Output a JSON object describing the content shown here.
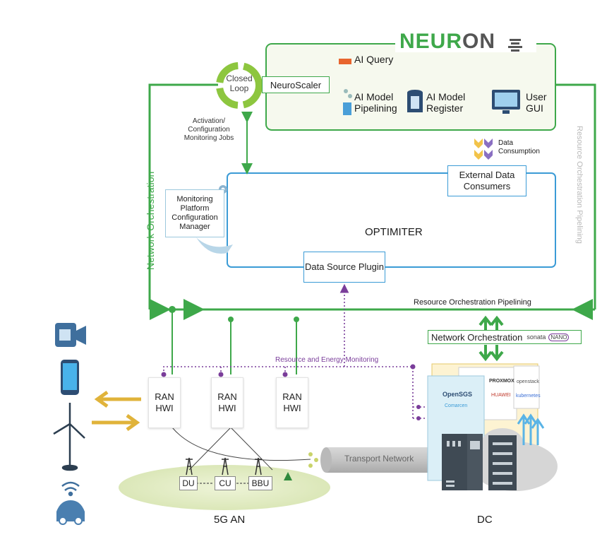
{
  "neuron": {
    "title": "NEURON",
    "title_letters": [
      "NEUR",
      "ON"
    ],
    "closed_loop": "Closed Loop",
    "neuroscaler": "NeuroScaler",
    "ai_query": "AI Query",
    "ai_model_pipelining": "AI Model Pipelining",
    "ai_model_register": "AI Model Register",
    "user_gui": "User GUI"
  },
  "links": {
    "activation": "Activation/ Configuration Monitoring Jobs",
    "data_consumption": "Data Consumption",
    "network_orchestration_side": "Network Orchestration",
    "resource_orchestration_side": "Resource Orchestration Pipelining",
    "resource_orchestration_bus": "Resource Orchestration Pipelining",
    "resource_energy_monitoring": "Resource and Energy Monitoring"
  },
  "optimiter": {
    "title": "OPTIMITER",
    "external_data_consumers": "External Data Consumers",
    "monitoring_manager": "Monitoring Platform Configuration Manager",
    "data_source_plugin": "Data Source Plugin"
  },
  "network_orchestration": {
    "label": "Network Orchestration",
    "logos": [
      "sonata",
      "NANO"
    ]
  },
  "ran": {
    "units": [
      "RAN HWI",
      "RAN HWI",
      "RAN HWI"
    ]
  },
  "access_network": {
    "label": "5G AN",
    "nodes": [
      "DU",
      "CU",
      "BBU"
    ],
    "transport": "Transport Network"
  },
  "dc": {
    "label": "DC",
    "logos": [
      "OpenSGS",
      "Comarcen",
      "PROXMOX",
      "HUAWEI",
      "openstack",
      "kubernetes"
    ]
  },
  "colors": {
    "green": "#3ea84a",
    "blue": "#3b9bd6",
    "purple": "#7a3d9a",
    "gold": "#e0b33a"
  }
}
